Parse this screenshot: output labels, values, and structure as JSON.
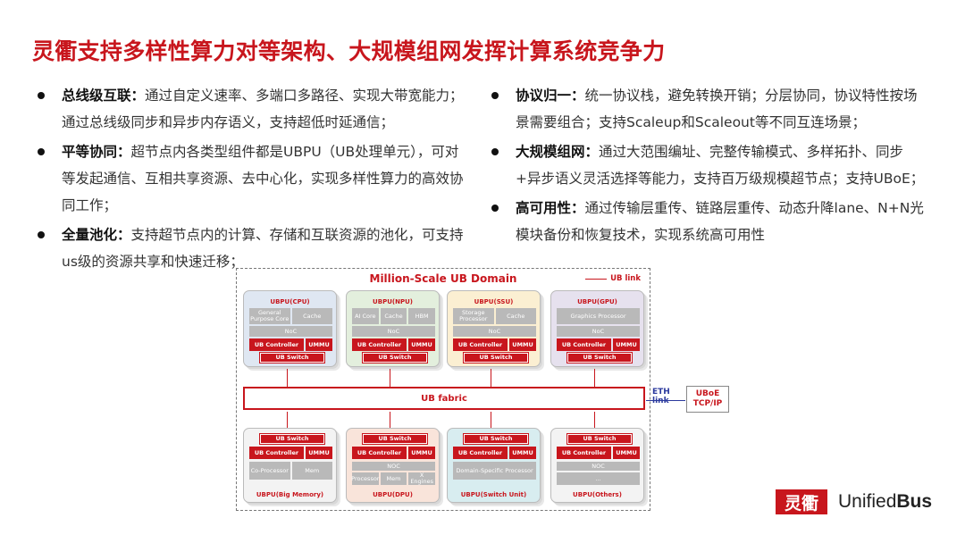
{
  "title": "灵衢支持多样性算力对等架构、大规模组网发挥计算系统竞争力",
  "left_bullets": [
    {
      "head": "总线级互联：",
      "text": "通过自定义速率、多端口多路径、实现大带宽能力；通过总线级同步和异步内存语义，支持超低时延通信；"
    },
    {
      "head": "平等协同：",
      "text": "超节点内各类型组件都是UBPU（UB处理单元），可对等发起通信、互相共享资源、去中心化，实现多样性算力的高效协同工作；"
    },
    {
      "head": "全量池化：",
      "text": "支持超节点内的计算、存储和互联资源的池化，可支持us级的资源共享和快速迁移；"
    }
  ],
  "right_bullets": [
    {
      "head": "协议归一：",
      "text": "统一协议栈，避免转换开销；分层协同，协议特性按场景需要组合；支持Scaleup和Scaleout等不同互连场景；"
    },
    {
      "head": "大规模组网：",
      "text": "通过大范围编址、完整传输模式、多样拓扑、同步+异步语义灵活选择等能力，支持百万级规模超节点；支持UBoE；"
    },
    {
      "head": "高可用性：",
      "text": "通过传输层重传、链路层重传、动态升降lane、N+N光模块备份和恢复技术，实现系统高可用性"
    }
  ],
  "diagram": {
    "title": "Million-Scale UB Domain",
    "legend": "UB link",
    "fabric": "UB fabric",
    "eth_link": "ETH link",
    "uboe": [
      "UBoE",
      "TCP/IP"
    ],
    "labels": {
      "noc": "NoC",
      "noc_upper": "NOC",
      "ub_controller": "UB Controller",
      "ummu": "UMMU",
      "ub_switch": "UB Switch"
    },
    "top_cards": [
      {
        "name": "UBPU(CPU)",
        "bg": "#dfe7f2",
        "units": [
          "General Purpose Core",
          "Cache"
        ]
      },
      {
        "name": "UBPU(NPU)",
        "bg": "#e3efdd",
        "units": [
          "AI Core",
          "Cache",
          "HBM"
        ]
      },
      {
        "name": "UBPU(SSU)",
        "bg": "#fbefd2",
        "units": [
          "Storage Processor",
          "Cache"
        ]
      },
      {
        "name": "UBPU(GPU)",
        "bg": "#e6e1ee",
        "units": [
          "Graphics Processor"
        ]
      }
    ],
    "bottom_cards": [
      {
        "name": "UBPU(Big Memory)",
        "bg": "#f3f3f3",
        "units": [
          "Co-Processor",
          "Mem"
        ],
        "noc": ""
      },
      {
        "name": "UBPU(DPU)",
        "bg": "#f9e4da",
        "units": [
          "Processor",
          "Mem",
          "X Engines"
        ],
        "noc": "NOC"
      },
      {
        "name": "UBPU(Switch Unit)",
        "bg": "#d8edf0",
        "units": [
          "Domain-Specific Processor"
        ],
        "noc": ""
      },
      {
        "name": "UBPU(Others)",
        "bg": "#f3f3f3",
        "units": [
          "..."
        ],
        "noc": "NOC"
      }
    ]
  },
  "logo": {
    "mark": "灵衢",
    "word_a": "Unified",
    "word_b": "Bus",
    "color": "#c8161d"
  }
}
